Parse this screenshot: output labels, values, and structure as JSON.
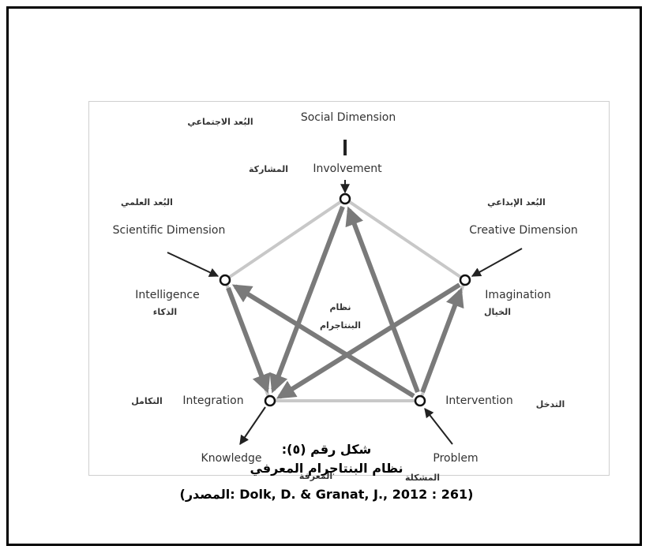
{
  "diagram": {
    "top": {
      "en_dim": "Social Dimension",
      "ar_dim": "البُعد الاجتماعي",
      "en": "Involvement",
      "ar": "المشاركة"
    },
    "left": {
      "ar_dim": "البُعد العلمي",
      "en_dim": "Scientific Dimension",
      "en": "Intelligence",
      "ar": "الذكاء"
    },
    "right": {
      "ar_dim": "البُعد الإبداعي",
      "en_dim": "Creative Dimension",
      "en": "Imagination",
      "ar": "الخيال"
    },
    "bottom_left": {
      "en": "Integration",
      "ar": "التكامل",
      "out_en": "Knowledge",
      "out_ar": "المعرفة"
    },
    "bottom_right": {
      "en": "Intervention",
      "ar": "التدخل",
      "in_en": "Problem",
      "in_ar": "المشكلة"
    },
    "center": {
      "line1": "نظام",
      "line2": "البنتاجرام"
    }
  },
  "caption": {
    "title": "شكل رقم (٥):",
    "subtitle": "نظام البنتاجرام المعرفي",
    "source": "(المصدر: Dolk, D. & Granat, J., 2012 : 261)"
  },
  "colors": {
    "star": "#7a7a7a",
    "pentagon": "#c8c8c8",
    "arrow": "#222222"
  }
}
